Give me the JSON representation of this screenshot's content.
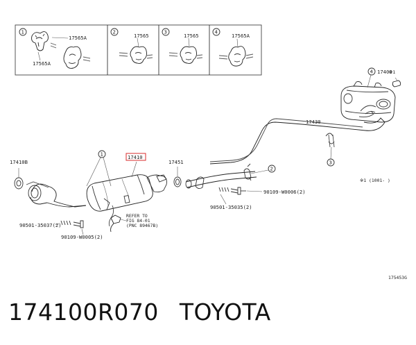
{
  "grommets": {
    "p1": {
      "num": "1",
      "labelA": "17565A",
      "labelB": "17565A"
    },
    "p2": {
      "num": "2",
      "label": "17565"
    },
    "p3": {
      "num": "3",
      "label": "17565"
    },
    "p4": {
      "num": "4",
      "label": "17565A"
    }
  },
  "parts": {
    "muffler": "17430",
    "hanger_tip": "17408",
    "tip_note": "※1",
    "footnote": "※1 (1001-   )",
    "gasket_left": "17410B",
    "converter": "17410",
    "gasket_right": "17451",
    "bolt_right": "90109-W0006(2)",
    "spring_right": "90501-35035(2)",
    "spring_left": "90501-35037(2)",
    "bolt_left": "90109-W0005(2)",
    "refer_1": "REFER TO",
    "refer_2": "FIG 84-01",
    "refer_3": "(PNC 89467B)",
    "circle_1": "1",
    "circle_2": "2",
    "circle_3": "3",
    "circle_4": "4",
    "diagram_code": "175453G"
  },
  "caption": {
    "part_number": "174100R070",
    "brand": "TOYOTA"
  }
}
